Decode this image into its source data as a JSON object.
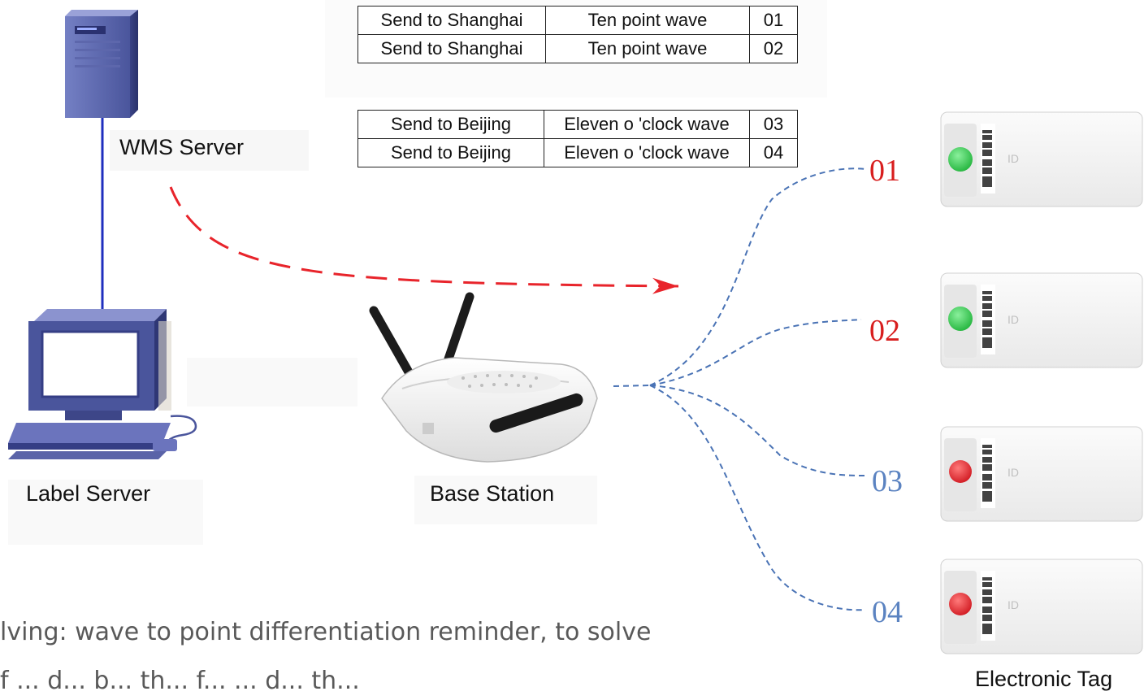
{
  "labels": {
    "wms_server": "WMS Server",
    "label_server": "Label Server",
    "base_station": "Base Station",
    "electronic_tag": "Electronic Tag"
  },
  "tables": [
    {
      "rows": [
        {
          "destination": "Send to Shanghai",
          "wave": "Ten point wave",
          "id": "01"
        },
        {
          "destination": "Send to Shanghai",
          "wave": "Ten point wave",
          "id": "02"
        }
      ]
    },
    {
      "rows": [
        {
          "destination": "Send to Beijing",
          "wave": "Eleven o 'clock wave",
          "id": "03"
        },
        {
          "destination": "Send to Beijing",
          "wave": "Eleven o 'clock wave",
          "id": "04"
        }
      ]
    }
  ],
  "tags": [
    {
      "number": "01",
      "light": "green"
    },
    {
      "number": "02",
      "light": "green"
    },
    {
      "number": "03",
      "light": "red"
    },
    {
      "number": "04",
      "light": "red"
    }
  ],
  "footer": {
    "line1": "lving: wave to point differentiation reminder, to solve",
    "line2": "f ... d... b... th... f... ... d... th..."
  },
  "colors": {
    "connection_line": "#1f2fbf",
    "dashed_arrow": "#e8242b",
    "signal_lines": "#4a73b5",
    "tag_number_red": "#d81e1e",
    "tag_number_blue": "#5b83c1",
    "light_green": "#2ec84a",
    "light_red": "#e0202a"
  },
  "icons": {
    "server": "server-tower-icon",
    "computer": "desktop-computer-icon",
    "router": "wireless-router-icon",
    "tag": "electronic-shelf-tag-icon"
  }
}
